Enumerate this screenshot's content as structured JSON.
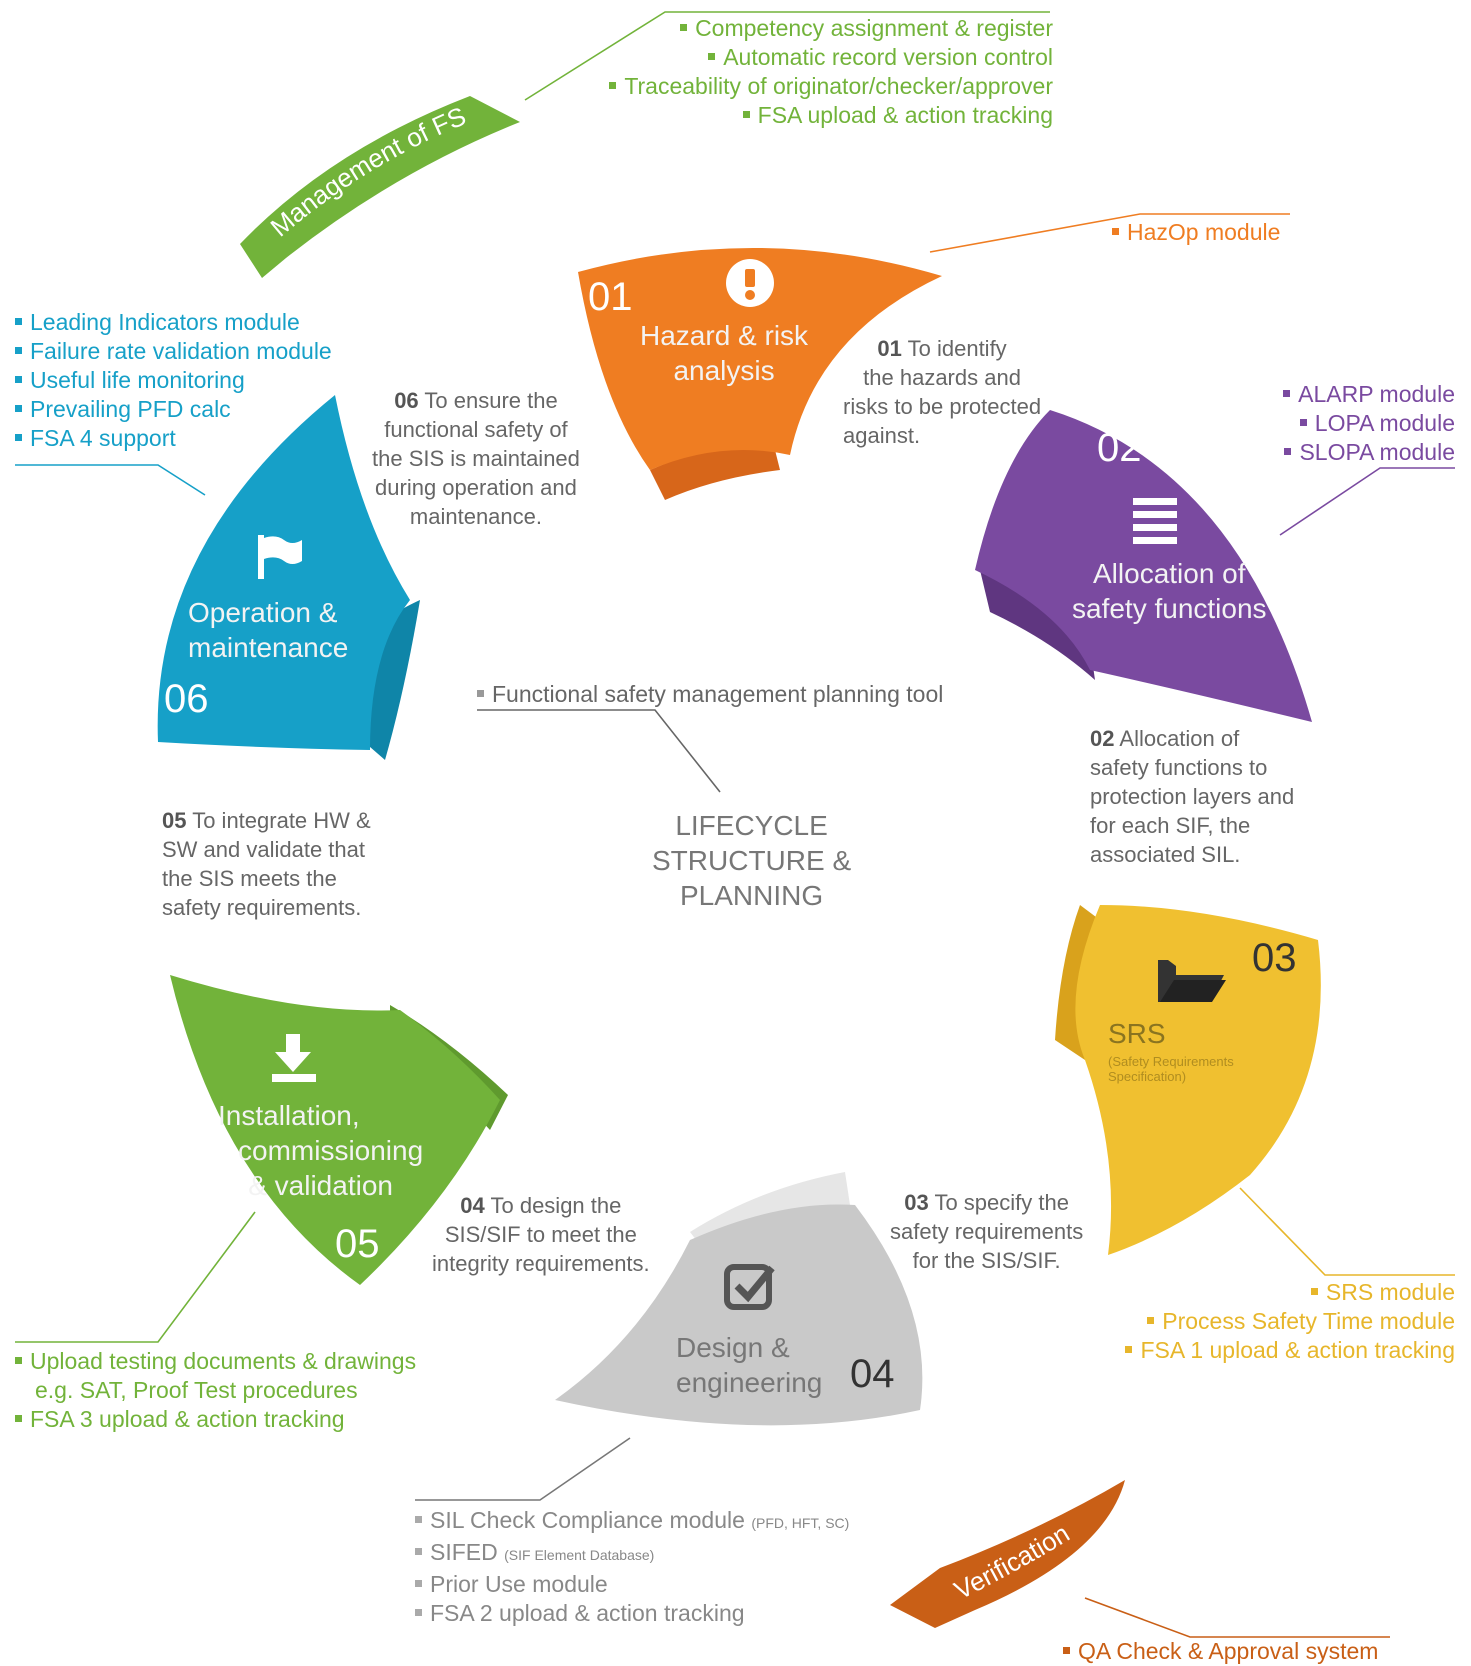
{
  "colors": {
    "green": "#72b33a",
    "orange": "#ef7d22",
    "purple": "#7a4aa0",
    "yellow": "#f0c030",
    "grey": "#c9c9c9",
    "blue": "#16a0c8",
    "rust": "#c95f16"
  },
  "arrows": {
    "top": "Management of FS",
    "bottom": "Verification"
  },
  "center": {
    "title_lines": [
      "LIFECYCLE",
      "STRUCTURE &",
      "PLANNING"
    ],
    "tool": "Functional safety management planning tool"
  },
  "stages": [
    {
      "num": "01",
      "title_lines": [
        "Hazard & risk",
        "analysis"
      ],
      "icon": "exclamation-icon",
      "desc_num": "01",
      "desc_lines": [
        "To identify",
        "the hazards and",
        "risks to be protected",
        "against."
      ]
    },
    {
      "num": "02",
      "title_lines": [
        "Allocation of",
        "safety functions"
      ],
      "icon": "list-icon",
      "desc_num": "02",
      "desc_lines": [
        "Allocation of",
        "safety functions to",
        "protection layers and",
        "for each SIF, the",
        "associated SIL."
      ]
    },
    {
      "num": "03",
      "title_lines": [
        "SRS"
      ],
      "subtitle_lines": [
        "(Safety Requirements",
        "Specification)"
      ],
      "icon": "folder-icon",
      "desc_num": "03",
      "desc_lines": [
        "To specify the",
        "safety requirements",
        "for the SIS/SIF."
      ]
    },
    {
      "num": "04",
      "title_lines": [
        "Design &",
        "engineering"
      ],
      "icon": "checkbox-icon",
      "desc_num": "04",
      "desc_lines": [
        "To design the",
        "SIS/SIF to meet the",
        "integrity requirements."
      ]
    },
    {
      "num": "05",
      "title_lines": [
        "Installation,",
        "commissioning",
        "& validation"
      ],
      "icon": "download-icon",
      "desc_num": "05",
      "desc_lines": [
        "To integrate HW &",
        "SW and validate that",
        "the SIS meets the",
        "safety requirements."
      ]
    },
    {
      "num": "06",
      "title_lines": [
        "Operation &",
        "maintenance"
      ],
      "icon": "flag-icon",
      "desc_num": "06",
      "desc_lines": [
        "To ensure the",
        "functional safety of",
        "the SIS is maintained",
        "during operation and",
        "maintenance."
      ]
    }
  ],
  "modules": {
    "fs": [
      "Competency assignment & register",
      "Automatic record version control",
      "Traceability of originator/checker/approver",
      "FSA upload & action tracking"
    ],
    "hazop": [
      "HazOp module"
    ],
    "alloc": [
      "ALARP module",
      "LOPA module",
      "SLOPA module"
    ],
    "srs": [
      "SRS module",
      "Process Safety Time module",
      "FSA 1 upload & action tracking"
    ],
    "design": [
      {
        "main": "SIL Check Compliance module",
        "small": "(PFD, HFT, SC)"
      },
      {
        "main": "SIFED",
        "small": "(SIF Element Database)"
      },
      {
        "main": "Prior Use module",
        "small": ""
      },
      {
        "main": "FSA 2 upload & action tracking",
        "small": ""
      }
    ],
    "install": [
      "Upload testing documents & drawings",
      "e.g. SAT, Proof Test procedures",
      "FSA 3 upload & action tracking"
    ],
    "operation": [
      "Leading Indicators module",
      "Failure rate validation module",
      "Useful life monitoring",
      "Prevailing PFD calc",
      "FSA 4 support"
    ],
    "verification": [
      "QA Check & Approval system"
    ]
  }
}
